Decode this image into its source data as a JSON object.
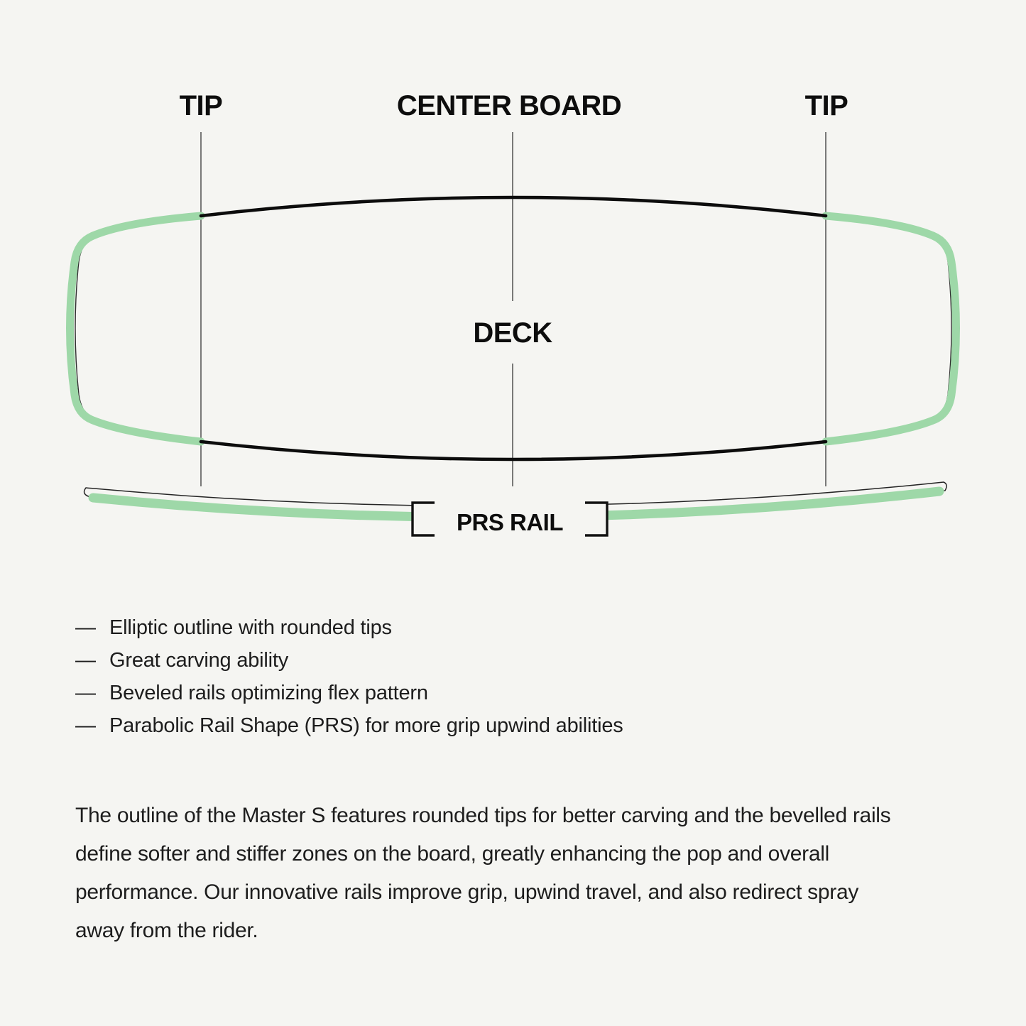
{
  "diagram": {
    "labels": {
      "tip_left": "TIP",
      "center_board": "CENTER BOARD",
      "tip_right": "TIP",
      "deck": "DECK",
      "prs_rail": "PRS RAIL"
    }
  },
  "features": {
    "bullet": "—",
    "items": [
      "Elliptic outline with rounded tips",
      "Great carving ability",
      "Beveled rails optimizing flex pattern",
      "Parabolic Rail Shape (PRS) for more grip upwind abilities"
    ]
  },
  "description": "The outline of the Master S features rounded tips for better carving and the bevelled rails\ndefine softer and stiffer zones on the board, greatly enhancing the pop and overall\nperformance. Our innovative rails improve grip, upwind travel, and also redirect spray\naway from the rider.",
  "colors": {
    "accent_green": "#9ed8a8",
    "background": "#f5f5f2",
    "outline_black": "#0c0c0c",
    "guide_line_gray": "#5a5a5a"
  }
}
